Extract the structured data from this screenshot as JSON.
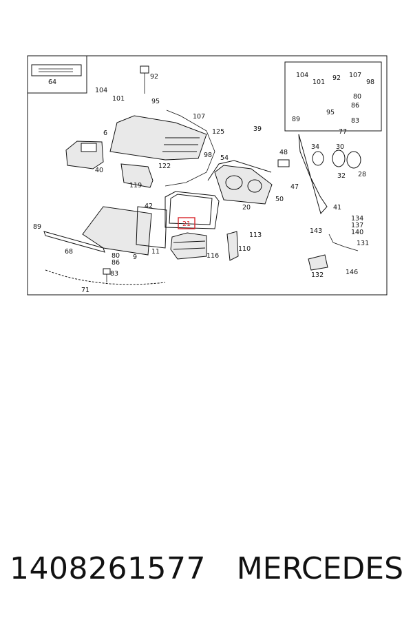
{
  "diagram": {
    "callouts": [
      "64",
      "92",
      "95",
      "104",
      "101",
      "107",
      "6",
      "125",
      "39",
      "40",
      "122",
      "119",
      "98",
      "54",
      "48",
      "34",
      "30",
      "32",
      "28",
      "47",
      "50",
      "42",
      "20",
      "41",
      "89",
      "21",
      "113",
      "143",
      "134",
      "137",
      "140",
      "68",
      "9",
      "11",
      "116",
      "110",
      "131",
      "80",
      "86",
      "83",
      "132",
      "146",
      "71"
    ],
    "inset_callouts": [
      "104",
      "92",
      "107",
      "98",
      "101",
      "80",
      "86",
      "95",
      "83",
      "89",
      "77"
    ],
    "highlighted_callout": "21",
    "highlight_color": "#d9262c"
  },
  "footer": {
    "part_number": "1408261577",
    "brand": "MERCEDES"
  }
}
